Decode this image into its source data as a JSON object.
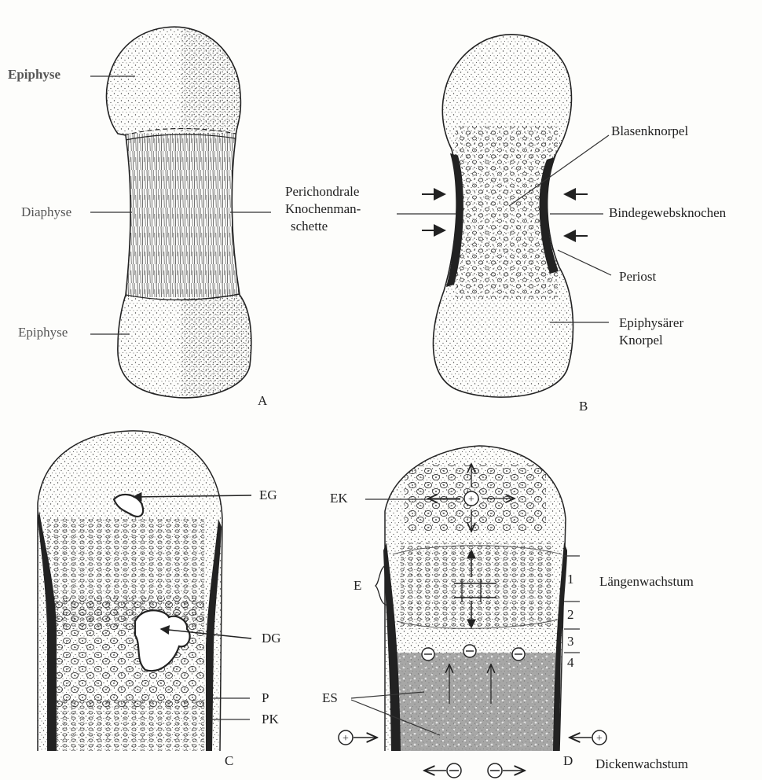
{
  "panel_a": {
    "letter": "A",
    "label_epiphyse_top": "Epiphyse",
    "label_diaphyse": "Diaphyse",
    "label_epiphyse_bottom": "Epiphyse",
    "label_perichondrale_1": "Perichondrale",
    "label_perichondrale_2": "Knochenman-",
    "label_perichondrale_3": "schette"
  },
  "panel_b": {
    "letter": "B",
    "label_blasenknorpel": "Blasenknorpel",
    "label_bindegewebsknochen": "Bindegewebsknochen",
    "label_periost": "Periost",
    "label_epiphysarer_1": "Epiphysärer",
    "label_epiphysarer_2": "Knorpel"
  },
  "panel_c": {
    "letter": "C",
    "label_eg": "EG",
    "label_dg": "DG",
    "label_p": "P",
    "label_pk": "PK"
  },
  "panel_d": {
    "letter": "D",
    "label_ek": "EK",
    "label_e": "E",
    "label_es": "ES",
    "zone_1": "1",
    "zone_2": "2",
    "zone_3": "3",
    "zone_4": "4",
    "label_laengenwachstum": "Längenwachstum",
    "label_dickenwachstum": "Dickenwachstum"
  },
  "colors": {
    "ink": "#222222",
    "bone": "#3a3a3a",
    "label_gray": "#555555"
  }
}
